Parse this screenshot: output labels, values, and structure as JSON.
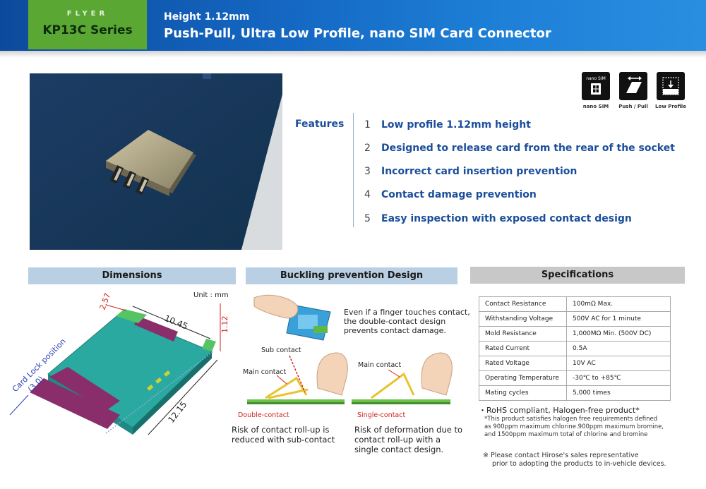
{
  "header": {
    "brand_flyer": "FLYER",
    "brand_series": "KP13C Series",
    "subtitle": "Height 1.12mm",
    "title": "Push-Pull, Ultra Low Profile, nano SIM Card Connector"
  },
  "icons": [
    {
      "name": "nano-sim-icon",
      "caption": "nano SIM",
      "box_text": "nano SIM"
    },
    {
      "name": "push-pull-icon",
      "caption": "Push / Pull"
    },
    {
      "name": "low-profile-icon",
      "caption": "Low Profile"
    }
  ],
  "features": {
    "label": "Features",
    "items": [
      {
        "num": "1",
        "text": "Low profile 1.12mm height"
      },
      {
        "num": "2",
        "text": "Designed to release card from the rear of the socket"
      },
      {
        "num": "3",
        "text": "Incorrect card insertion prevention"
      },
      {
        "num": "4",
        "text": "Contact damage prevention"
      },
      {
        "num": "5",
        "text": "Easy inspection with exposed contact design"
      }
    ]
  },
  "dimensions": {
    "title": "Dimensions",
    "unit": "Unit : mm",
    "dim_257": "2.57",
    "dim_1045": "10.45",
    "dim_112": "1.12",
    "dim_1215": "12.15",
    "card_lock_label": "Card Lock position",
    "card_lock_value": "(3.0)"
  },
  "buckling": {
    "title": "Buckling prevention Design",
    "finger_note": [
      "Even if a finger touches contact,",
      "the double-contact design",
      "prevents contact damage."
    ],
    "sub_contact": "Sub contact",
    "main_contact_left": "Main contact",
    "main_contact_right": "Main contact",
    "double_contact": "Double-contact",
    "single_contact": "Single-contact",
    "caption_left": [
      "Risk of contact roll-up is",
      "reduced with sub-contact"
    ],
    "caption_right": [
      "Risk of deformation due to",
      "contact roll-up with a",
      "single contact design."
    ]
  },
  "specifications": {
    "title": "Specifications",
    "rows": [
      {
        "key": "Contact Resistance",
        "value": "100mΩ Max."
      },
      {
        "key": "Withstanding Voltage",
        "value": "500V AC for 1 minute"
      },
      {
        "key": "Mold Resistance",
        "value": "1,000MΩ Min. (500V DC)"
      },
      {
        "key": "Rated Current",
        "value": "0.5A"
      },
      {
        "key": "Rated Voltage",
        "value": "10V AC"
      },
      {
        "key": "Operating Temperature",
        "value": "-30℃ to +85℃"
      },
      {
        "key": "Mating cycles",
        "value": "5,000 times"
      }
    ],
    "rohs": "・RoHS compliant, Halogen-free product*",
    "note": [
      "*This product satisfies halogen free requirements defined",
      "as 900ppm maximum chlorine.900ppm maximum bromine,",
      "and 1500ppm maximum total of chlorine and bromine"
    ],
    "note2": [
      "※ Please contact Hirose's sales representative",
      "prior to adopting the products to in-vehicle devices."
    ]
  },
  "colors": {
    "header_blue": "#1467c2",
    "brand_green": "#5aa833",
    "feature_blue": "#1b4e9b",
    "section_blue": "#b9cfe3",
    "section_gray": "#c8c8c8"
  }
}
